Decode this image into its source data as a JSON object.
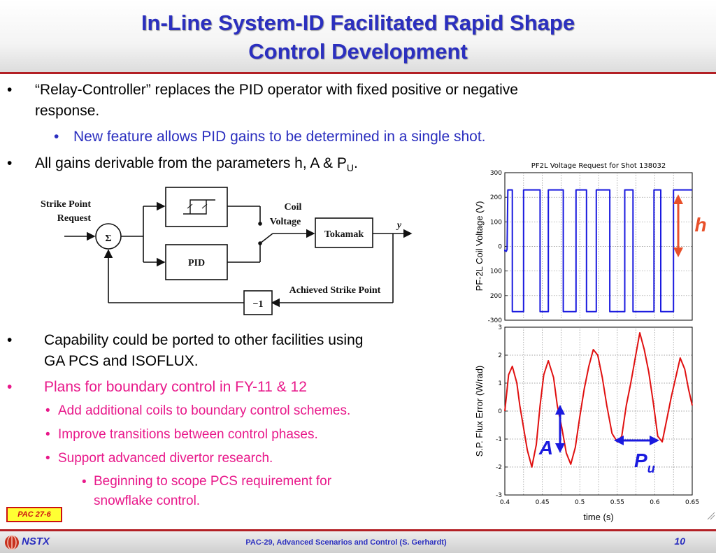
{
  "slide": {
    "title_line1": "In-Line System-ID Facilitated Rapid Shape",
    "title_line2": "Control Development",
    "bullets": {
      "b1_line1": "“Relay-Controller” replaces the PID operator with fixed positive or negative",
      "b1_line2": "response.",
      "b1_sub": "New feature allows PID gains to be determined in a single shot.",
      "b2_text": "All gains derivable from the parameters h, A & P",
      "b2_subscript": "U",
      "b2_end": ".",
      "b3_line1": "Capability could be ported to other facilities using",
      "b3_line2": "GA PCS and ISOFLUX.",
      "b4": "Plans for boundary control in FY-11 & 12",
      "b4_subs": [
        "Add additional coils to boundary control schemes.",
        "Improve transitions between control phases.",
        "Support advanced divertor research."
      ],
      "b4_subsub_line1": "Beginning to scope PCS requirement for",
      "b4_subsub_line2": "snowflake control."
    },
    "bullet_symbol": "•",
    "diagram": {
      "strike_point_1": "Strike Point",
      "strike_point_2": "Request",
      "sum": "Σ",
      "pid": "PID",
      "coil_1": "Coil",
      "coil_2": "Voltage",
      "tokamak": "Tokamak",
      "y": "y",
      "achieved": "Achieved Strike Point",
      "neg_one": "−1"
    },
    "annotations": {
      "h": "h",
      "A": "A",
      "P": "P",
      "P_sub": "u"
    },
    "footer": {
      "badge": "PAC 27-6",
      "logo": "NSTX",
      "center": "PAC-29, Advanced Scenarios and Control (S. Gerhardt)",
      "page": "10"
    },
    "colors": {
      "title": "#2b2fbf",
      "accent_red": "#b32025",
      "magenta": "#e8188a",
      "arrow_orange": "#e8502a",
      "arrow_blue": "#1a1adf"
    }
  },
  "chart_data": [
    {
      "type": "line",
      "title": "PF2L Voltage Request for Shot 138032",
      "ylabel": "PF-2L Coil Voltage (V)",
      "xlabel": "",
      "xlim": [
        0.4,
        0.65
      ],
      "ylim": [
        -300,
        300
      ],
      "y_tick_labels": [
        "300",
        "200",
        "100",
        "0",
        "100",
        "200",
        "-300"
      ],
      "grid": true,
      "series": [
        {
          "color": "#1a1adf",
          "x": [
            0.398,
            0.4,
            0.402,
            0.403,
            0.404,
            0.41,
            0.41,
            0.425,
            0.425,
            0.447,
            0.447,
            0.458,
            0.458,
            0.478,
            0.478,
            0.495,
            0.495,
            0.509,
            0.509,
            0.522,
            0.522,
            0.54,
            0.54,
            0.56,
            0.56,
            0.571,
            0.571,
            0.599,
            0.599,
            0.608,
            0.608,
            0.625,
            0.625,
            0.65
          ],
          "y": [
            -20,
            -15,
            -20,
            -12,
            230,
            230,
            -265,
            -265,
            230,
            230,
            -265,
            -265,
            230,
            230,
            -265,
            -265,
            230,
            230,
            -265,
            -265,
            230,
            230,
            -265,
            -265,
            230,
            230,
            -265,
            -265,
            230,
            230,
            -265,
            -265,
            230,
            230
          ]
        }
      ]
    },
    {
      "type": "line",
      "title": "",
      "ylabel": "S.P. Flux Error (W/rad)",
      "xlabel": "time (s)",
      "xlim": [
        0.4,
        0.65
      ],
      "ylim": [
        -3,
        3
      ],
      "x_tick_labels": [
        "0.4",
        "0.45",
        "0.5",
        "0.55",
        "0.6",
        "0.65"
      ],
      "y_tick_labels": [
        "3",
        "2",
        "1",
        "0",
        "-1",
        "-2",
        "-3"
      ],
      "grid": true,
      "series": [
        {
          "color": "#e01010",
          "x": [
            0.4,
            0.405,
            0.41,
            0.416,
            0.42,
            0.425,
            0.43,
            0.436,
            0.442,
            0.447,
            0.452,
            0.458,
            0.465,
            0.47,
            0.476,
            0.482,
            0.488,
            0.494,
            0.5,
            0.506,
            0.512,
            0.518,
            0.524,
            0.53,
            0.536,
            0.543,
            0.55,
            0.556,
            0.562,
            0.568,
            0.574,
            0.58,
            0.586,
            0.592,
            0.598,
            0.604,
            0.61,
            0.616,
            0.622,
            0.628,
            0.634,
            0.64,
            0.645,
            0.65
          ],
          "y": [
            0.0,
            1.3,
            1.6,
            1.0,
            0.2,
            -0.6,
            -1.4,
            -2.0,
            -1.2,
            0.2,
            1.3,
            1.8,
            1.2,
            0.2,
            -0.6,
            -1.5,
            -1.9,
            -1.3,
            -0.2,
            0.8,
            1.6,
            2.2,
            2.0,
            1.2,
            0.2,
            -0.8,
            -1.1,
            -0.9,
            0.2,
            1.0,
            1.9,
            2.8,
            2.2,
            1.4,
            0.3,
            -0.9,
            -1.1,
            -0.3,
            0.5,
            1.2,
            1.9,
            1.5,
            0.8,
            0.2
          ]
        }
      ]
    }
  ]
}
